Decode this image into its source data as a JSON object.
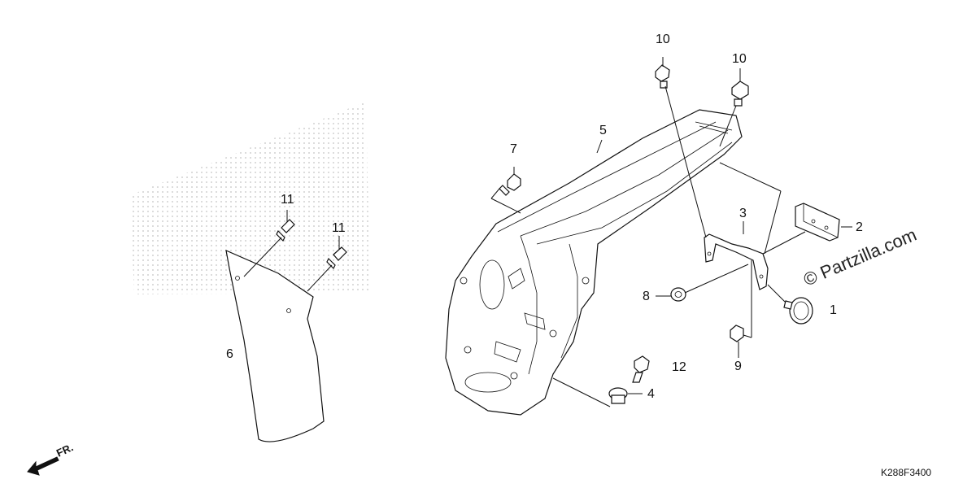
{
  "diagram": {
    "callouts": [
      "1",
      "2",
      "3",
      "4",
      "5",
      "6",
      "7",
      "8",
      "9",
      "10",
      "10",
      "11",
      "11",
      "12"
    ],
    "watermark": "© Partzilla.com",
    "diagram_code": "K288F3400",
    "direction_label": "FR.",
    "colors": {
      "ink": "#111111",
      "background": "#ffffff",
      "dots": "#bbbbbb"
    }
  }
}
